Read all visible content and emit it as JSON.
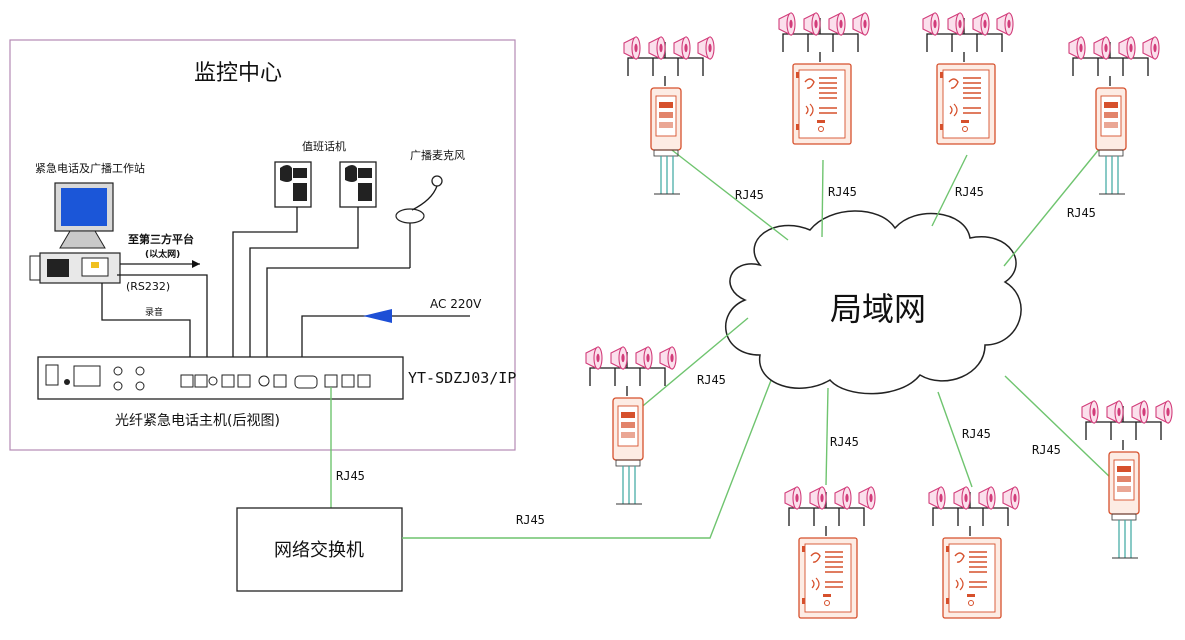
{
  "monitoring_center": {
    "title": "监控中心",
    "workstation_label": "紧急电话及广播工作站",
    "third_party_label": "至第三方平台",
    "ethernet_label": "(以太网)",
    "rs232_label": "(RS232)",
    "recording_label": "录音",
    "duty_phone_label": "值班话机",
    "broadcast_mic_label": "广播麦克风",
    "ac_label": "AC 220V",
    "host_model": "YT-SDZJ03/IP",
    "host_caption": "光纤紧急电话主机(后视图)"
  },
  "network": {
    "lan_label": "局域网",
    "switch_label": "网络交换机",
    "link_label": "RJ45"
  },
  "colors": {
    "link_green": "#6fc46f",
    "cabinet_red": "#d6502c",
    "horn_pink": "#d23c7a",
    "arrow_blue": "#1d4fd6",
    "frame_purple": "#b48ab4"
  }
}
